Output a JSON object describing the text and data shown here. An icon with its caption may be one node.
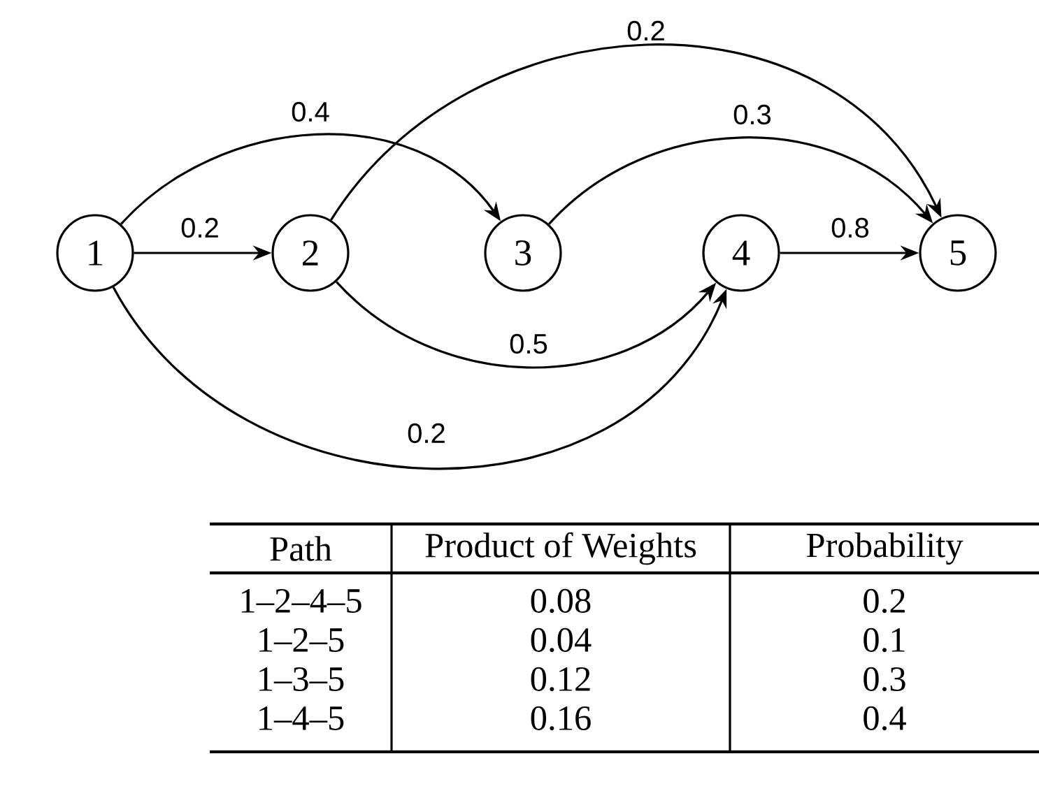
{
  "diagram": {
    "nodes": [
      {
        "text": [
          "1"
        ]
      },
      {
        "text": [
          "2"
        ]
      },
      {
        "text": [
          "3"
        ]
      },
      {
        "text": [
          "4"
        ]
      },
      {
        "text": [
          "5"
        ]
      }
    ],
    "edges": [
      {
        "from": 0,
        "to": 1,
        "arrow": "to",
        "label": "0.2"
      },
      {
        "from": 0,
        "to": 2,
        "arrow": "to",
        "label": "0.4"
      },
      {
        "from": 1,
        "to": 4,
        "arrow": "to",
        "label": "0.2"
      },
      {
        "from": 2,
        "to": 4,
        "arrow": "to",
        "label": "0.3"
      },
      {
        "from": 3,
        "to": 4,
        "arrow": "to",
        "label": "0.8"
      },
      {
        "from": 1,
        "to": 3,
        "arrow": "to",
        "label": "0.5"
      },
      {
        "from": 0,
        "to": 3,
        "arrow": "to",
        "label": "0.2"
      }
    ],
    "labels": [
      "Path",
      "Product of Weights",
      "Probability",
      "1–2–4–5",
      "0.08",
      "0.2",
      "1–2–5",
      "0.04",
      "0.1",
      "1–3–5",
      "0.12",
      "0.3",
      "1–4–5",
      "0.16",
      "0.4"
    ]
  }
}
